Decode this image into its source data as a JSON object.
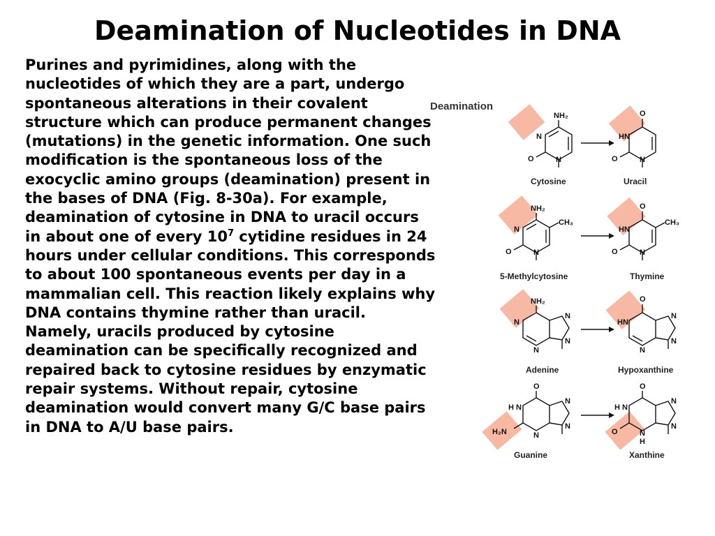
{
  "slide": {
    "title": "Deamination of Nucleotides in DNA",
    "paragraph": {
      "part1": "Purines and pyrimidines, along with the nucleotides of which they are a part, undergo spontaneous alterations in their covalent structure which can produce permanent changes (mutations) in the genetic information. One such modification is the spontaneous loss of the exocyclic amino groups (deamination) present in the bases of DNA (Fig. 8-30a). For example, deamination of cytosine in DNA to uracil occurs in about one of every 10",
      "superscript": "7",
      "part2": " cytidine residues in 24 hours under cellular conditions. This corresponds to about 100 spontaneous events per day in a mammalian cell. This reaction likely explains why DNA contains thymine rather than uracil. Namely, uracils produced by cytosine deamination can be specifically recognized and repaired back to cytosine residues by enzymatic repair systems. Without repair, cytosine deamination would convert many G/C base pairs in DNA to A/U base pairs."
    }
  },
  "figure": {
    "heading": "Deamination",
    "highlight_color": "#f7b9a3",
    "atoms": {
      "nh2": "NH₂",
      "h2n": "H₂N",
      "o": "O",
      "n": "N",
      "hn": "HN",
      "h_n": "H N",
      "h": "H",
      "ch3": "CH₃"
    },
    "reactions": [
      {
        "from": "Cytosine",
        "to": "Uracil"
      },
      {
        "from": "5-Methylcytosine",
        "to": "Thymine"
      },
      {
        "from": "Adenine",
        "to": "Hypoxanthine"
      },
      {
        "from": "Guanine",
        "to": "Xanthine"
      }
    ]
  }
}
